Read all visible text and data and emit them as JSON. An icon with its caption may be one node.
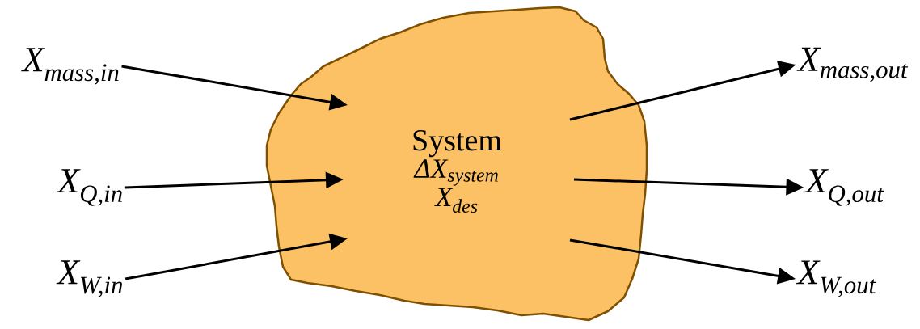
{
  "diagram": {
    "nodes": [
      {
        "text": [
          "System",
          "ΔX$_{system}$",
          "X$_{des}$"
        ]
      },
      {
        "text": [
          "X$_{mass,in}$"
        ]
      },
      {
        "text": [
          "X$_{Q,in}$"
        ]
      },
      {
        "text": [
          "X$_{W,in}$"
        ]
      },
      {
        "text": [
          "X$_{mass,out}$"
        ]
      },
      {
        "text": [
          "X$_{Q,out}$"
        ]
      },
      {
        "text": [
          "X$_{W,out}$"
        ]
      }
    ],
    "edges": [
      {
        "from": 1,
        "to": 0,
        "arrow": "to"
      },
      {
        "from": 2,
        "to": 0,
        "arrow": "to"
      },
      {
        "from": 3,
        "to": 0,
        "arrow": "to"
      },
      {
        "from": 0,
        "to": 4,
        "arrow": "to"
      },
      {
        "from": 0,
        "to": 5,
        "arrow": "to"
      },
      {
        "from": 0,
        "to": 6,
        "arrow": "to"
      }
    ]
  }
}
